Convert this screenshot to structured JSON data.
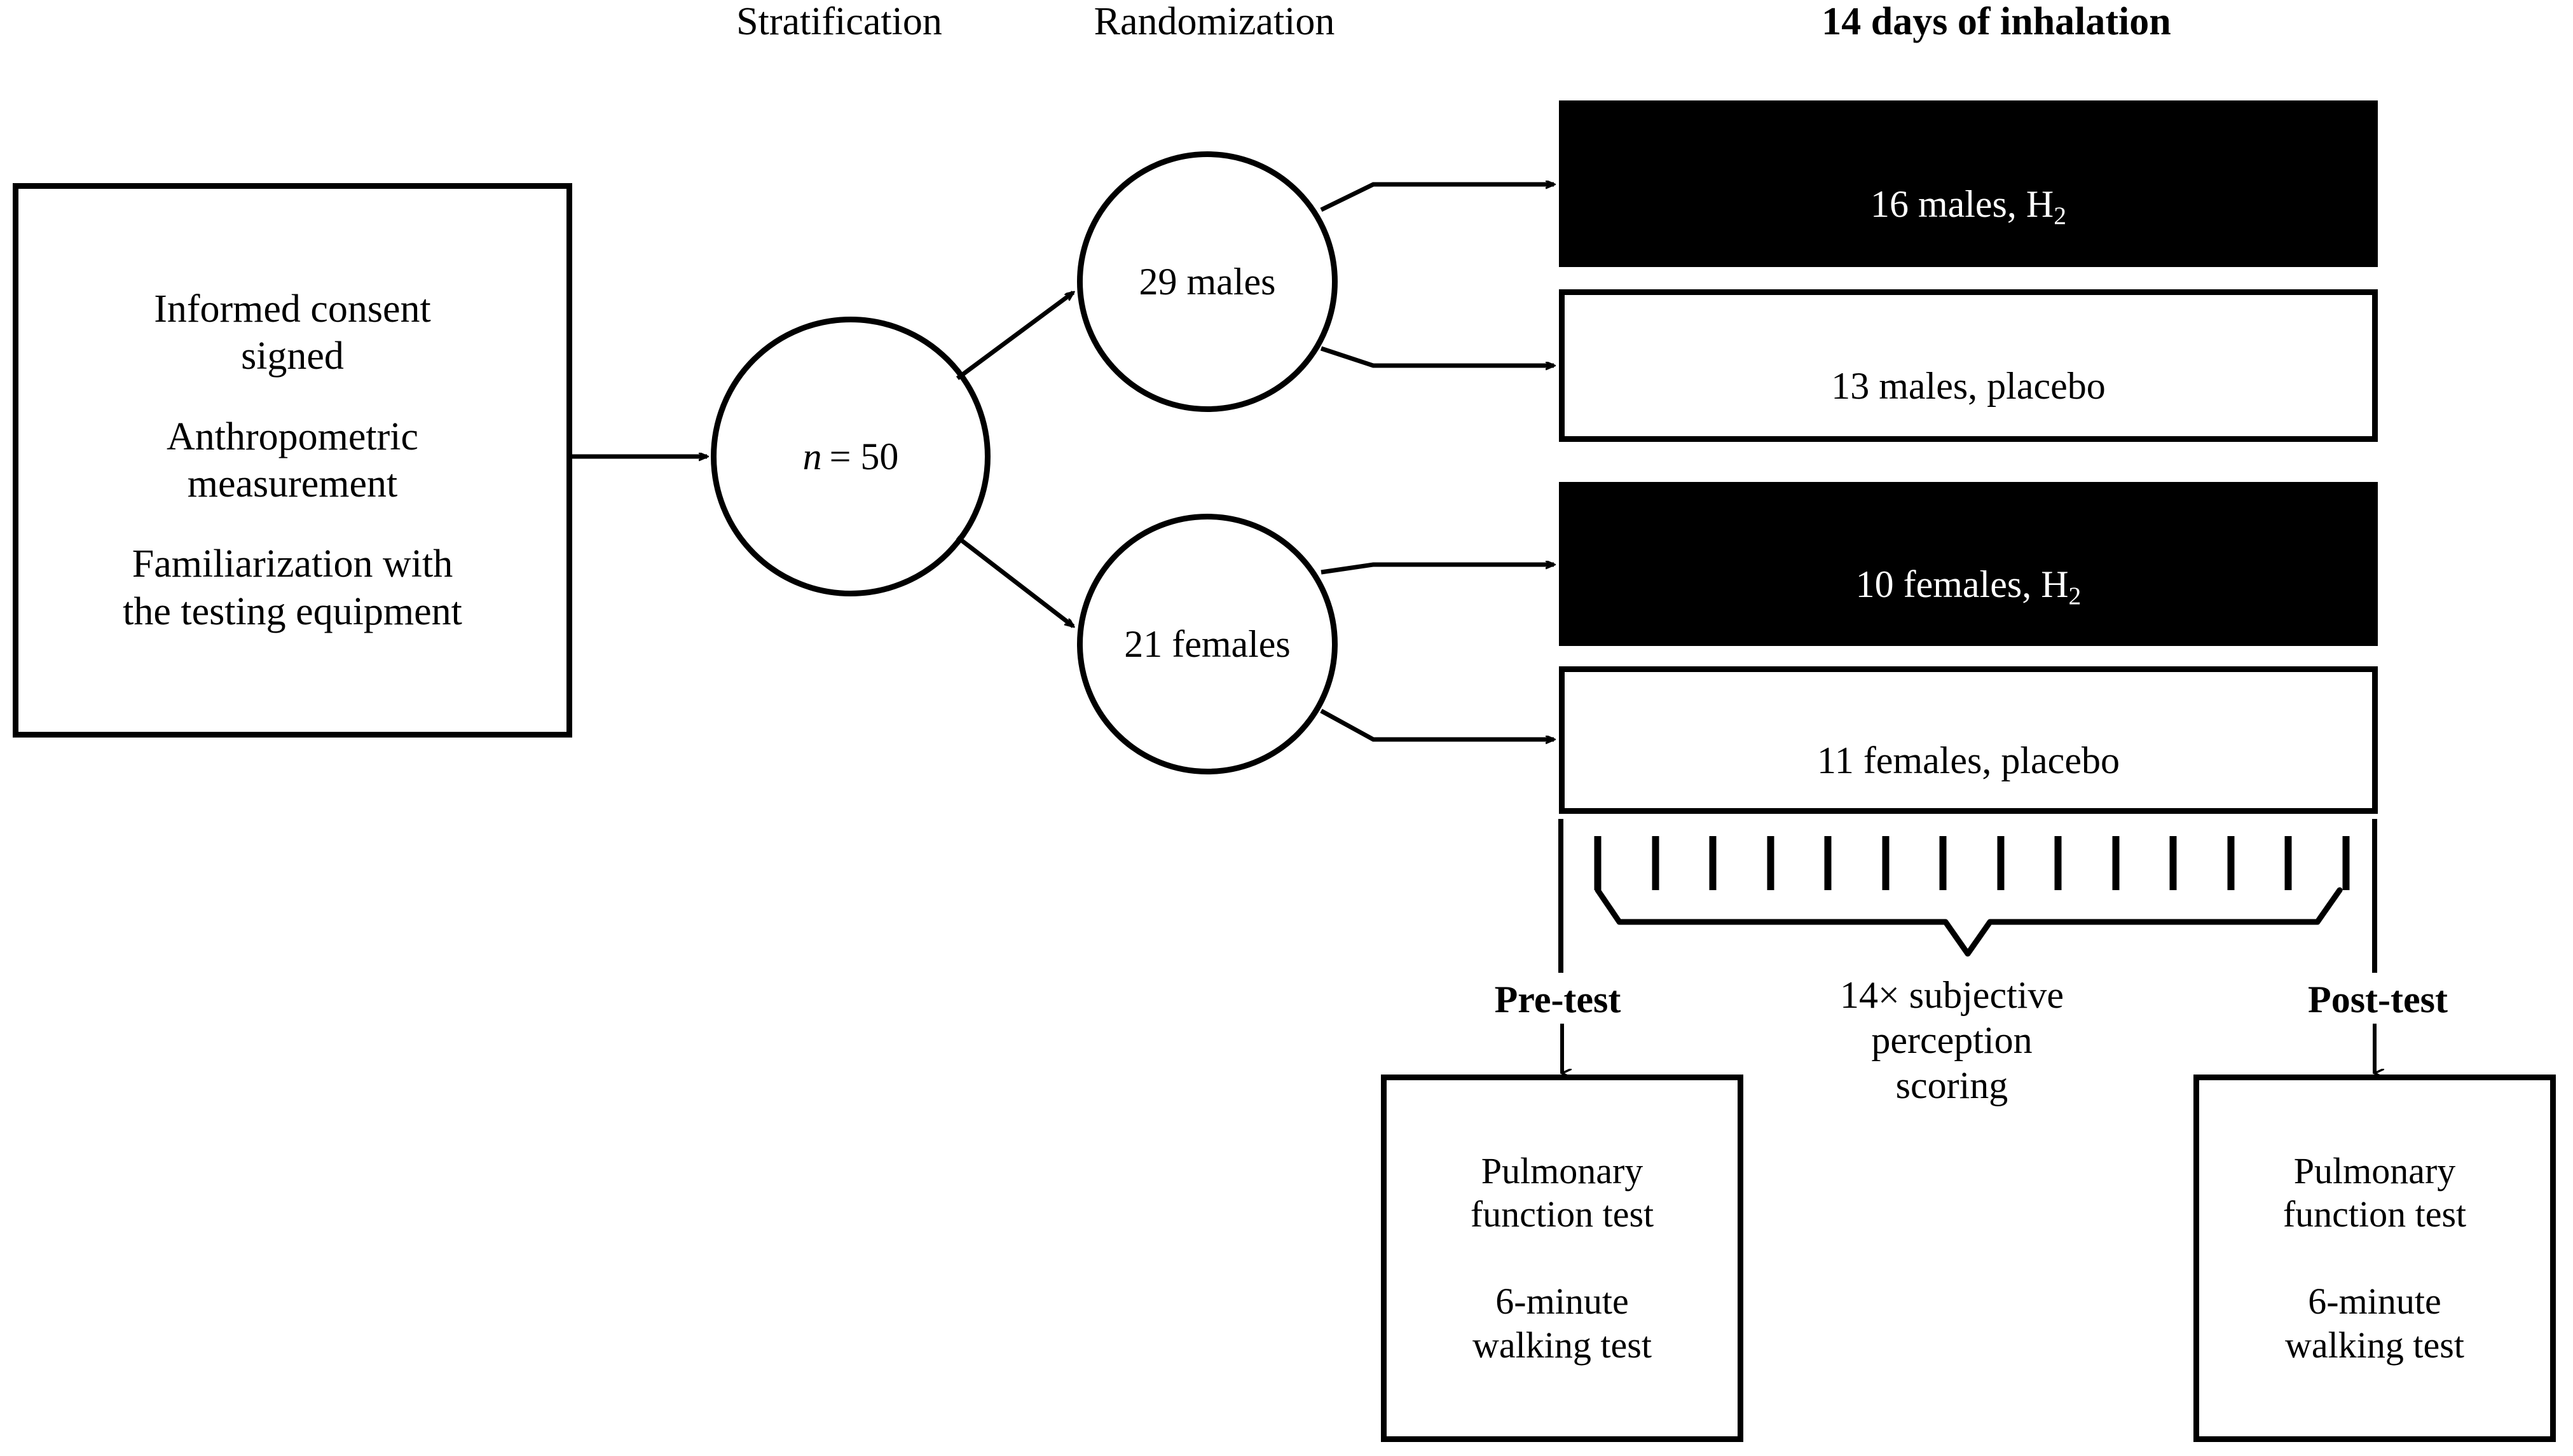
{
  "headers": {
    "stratification": "Stratification",
    "randomization": "Randomization",
    "inhalation": "14 days of inhalation"
  },
  "intro_box": {
    "line1": "Informed consent\nsigned",
    "line2": "Anthropometric\nmeasurement",
    "line3": "Familiarization with\nthe testing equipment"
  },
  "circles": {
    "total": {
      "prefix": "n",
      "value": " = 50",
      "label": "n = 50"
    },
    "males": "29 males",
    "females": "21 females"
  },
  "groups": [
    {
      "label_prefix": "16 males, H",
      "label_sub": "2",
      "label": "16 males, H2",
      "fill": "black",
      "text_color": "#ffffff"
    },
    {
      "label_prefix": "13 males, placebo",
      "label_sub": "",
      "label": "13 males, placebo",
      "fill": "white",
      "text_color": "#000000"
    },
    {
      "label_prefix": "10 females, H",
      "label_sub": "2",
      "label": "10 females, H2",
      "fill": "black",
      "text_color": "#ffffff"
    },
    {
      "label_prefix": "11 females, placebo",
      "label_sub": "",
      "label": "11 females, placebo",
      "fill": "white",
      "text_color": "#000000"
    }
  ],
  "timeline": {
    "tick_count": 14,
    "pre_test_label": "Pre-test",
    "post_test_label": "Post-test",
    "brace_label": "14× subjective\nperception\nscoring"
  },
  "tests": {
    "pre": "Pulmonary\nfunction test\n\n6-minute\nwalking test",
    "post": "Pulmonary\nfunction test\n\n6-minute\nwalking test"
  },
  "colors": {
    "stroke": "#000000",
    "background": "#ffffff",
    "filled_box": "#000000",
    "filled_box_text": "#ffffff"
  }
}
